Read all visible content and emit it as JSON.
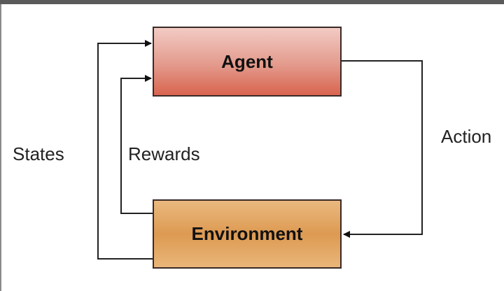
{
  "nodes": {
    "agent": "Agent",
    "environment": "Environment"
  },
  "edges": {
    "states": "States",
    "rewards": "Rewards",
    "action": "Action"
  },
  "colors": {
    "agent": "#e39a8c",
    "environment": "#dd9a52",
    "line": "#222222"
  }
}
